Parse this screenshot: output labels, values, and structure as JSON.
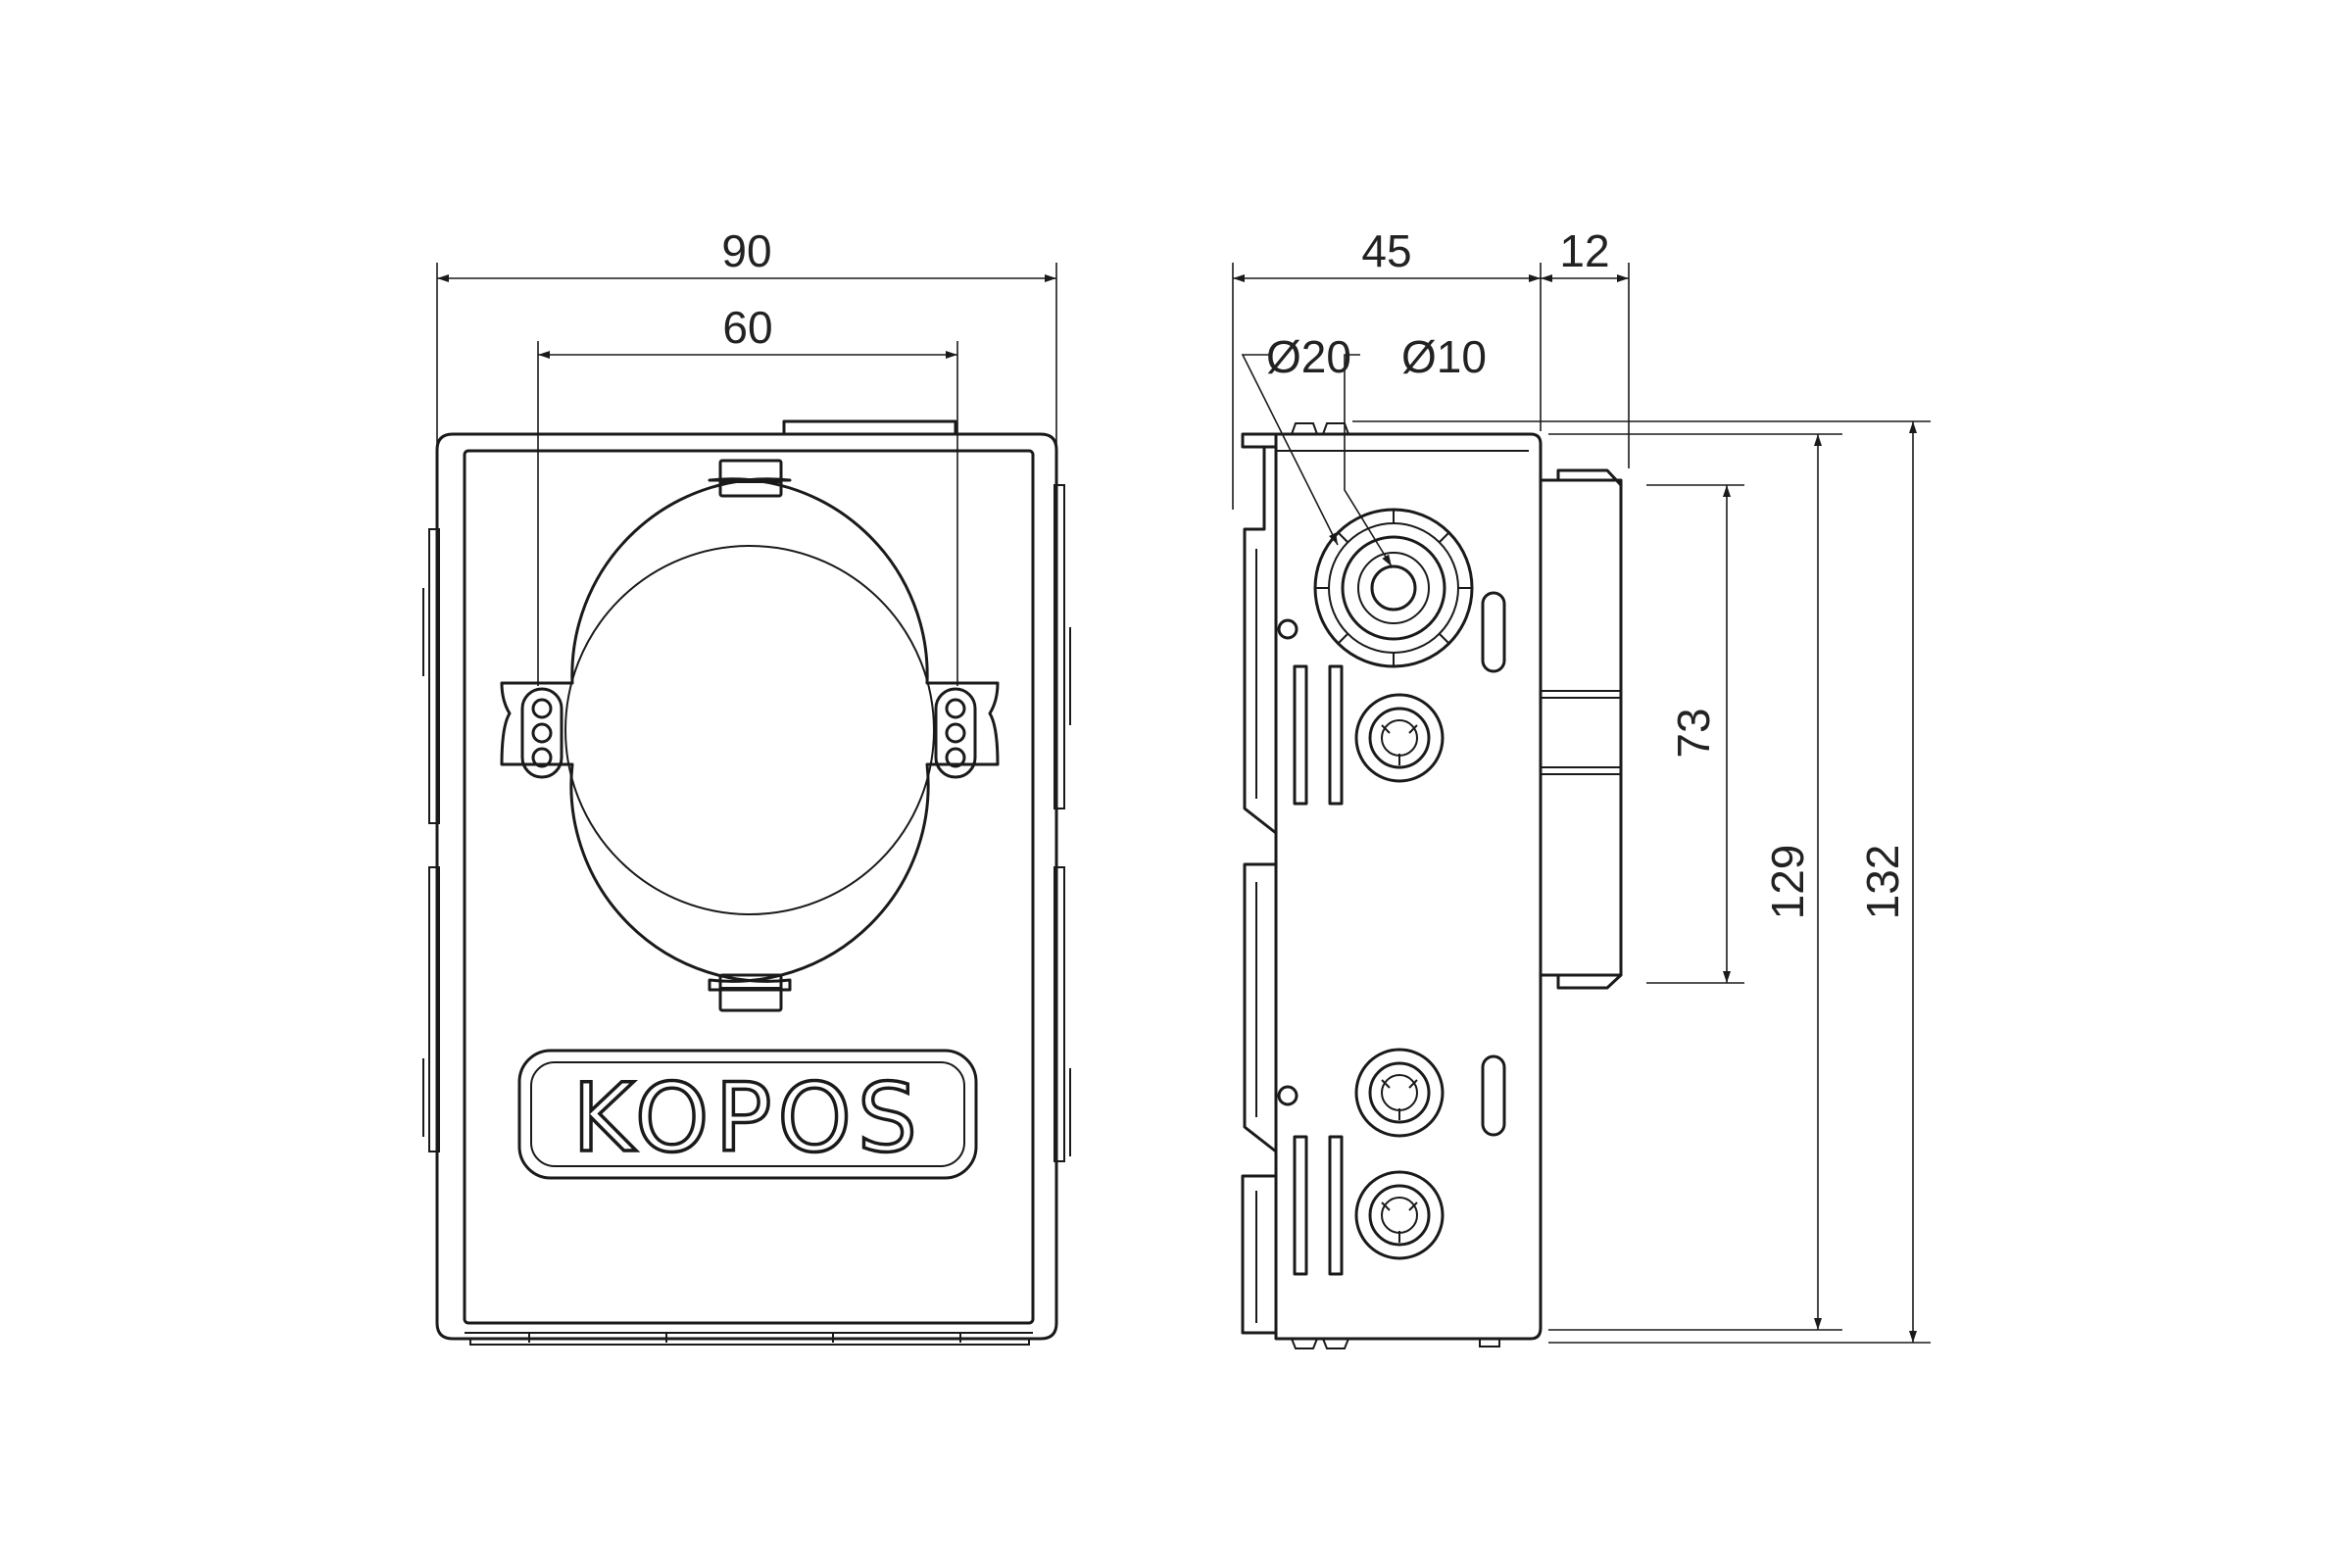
{
  "colors": {
    "line": "#1a1a1a",
    "background": "#ffffff"
  },
  "dimensions": {
    "front_width": "90",
    "opening_width": "60",
    "side_depth": "45",
    "side_flange": "12",
    "knockout_large": "Ø20",
    "knockout_small": "Ø10",
    "cover_height": "73",
    "body_height": "129",
    "total_height": "132"
  },
  "logo": {
    "text": "KOPOS"
  }
}
